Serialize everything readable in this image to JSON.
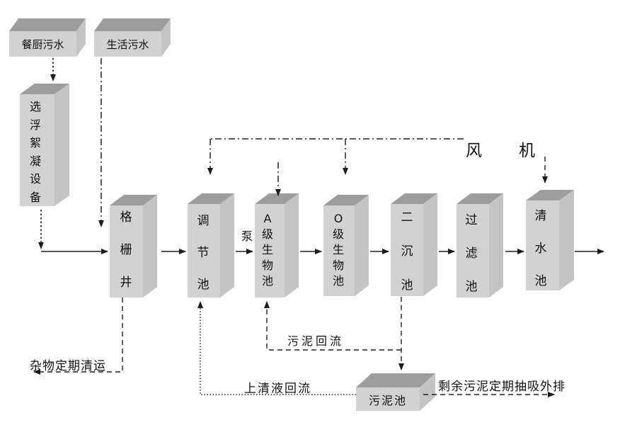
{
  "colors": {
    "box_front": "#d2d2d2",
    "box_top": "#9d9d9d",
    "box_side": "#c4c4c4",
    "line": "#222222",
    "text": "#111111"
  },
  "sources": {
    "kitchen": "餐厨污水",
    "domestic": "生活污水"
  },
  "nodes": {
    "flotation": "选浮絮凝设备",
    "grid_well": "格栅井",
    "regulating": "调节池",
    "a_bio": "A级生物池",
    "o_bio": "O级生物池",
    "secondary_sed": "二沉池",
    "filter": "过滤池",
    "clean_water": "清水池",
    "sludge_tank": "污泥池"
  },
  "labels": {
    "pump": "泵",
    "fan": "风机",
    "debris_removal": "杂物定期清运",
    "sludge_return": "污泥回流",
    "supernatant_return": "上清液回流",
    "excess_sludge": "剩余污泥定期抽吸外排"
  }
}
